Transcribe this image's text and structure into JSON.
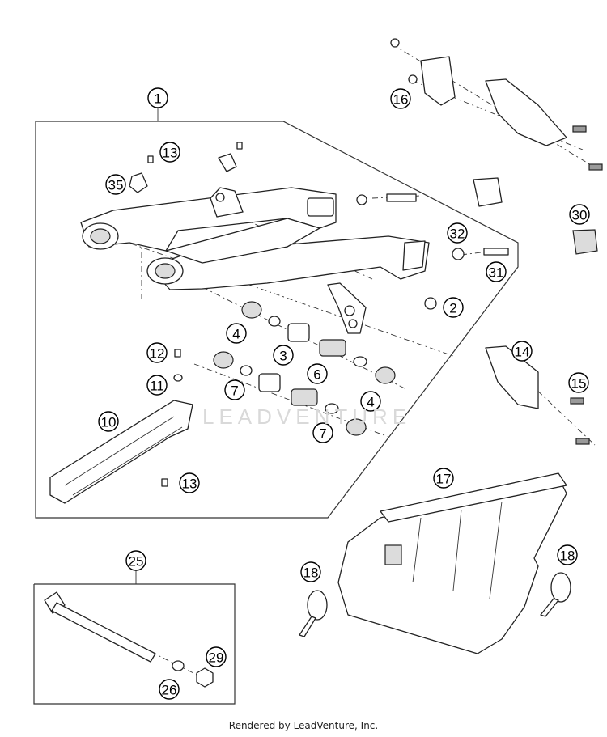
{
  "callouts": {
    "c1": "1",
    "c2": "2",
    "c3": "3",
    "c4a": "4",
    "c4b": "4",
    "c6": "6",
    "c7a": "7",
    "c7b": "7",
    "c10": "10",
    "c11": "11",
    "c12": "12",
    "c13a": "13",
    "c13b": "13",
    "c14": "14",
    "c15": "15",
    "c16": "16",
    "c17": "17",
    "c18a": "18",
    "c18b": "18",
    "c25": "25",
    "c26": "26",
    "c29": "29",
    "c30": "30",
    "c31": "31",
    "c32": "32",
    "c35": "35"
  },
  "watermark": "LEADVENTURE",
  "footer": "Rendered by LeadVenture, Inc."
}
